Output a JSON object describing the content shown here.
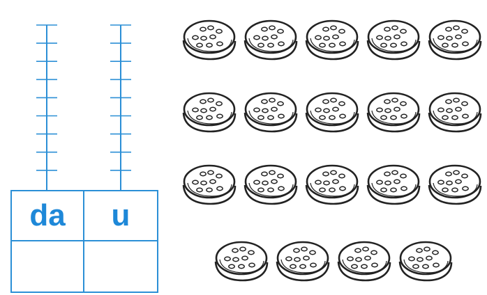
{
  "place_value_table": {
    "headers": [
      "da",
      "u"
    ],
    "answers": [
      "",
      ""
    ]
  },
  "abacus": {
    "rods": 2,
    "ticks_per_rod": 9
  },
  "cookies": {
    "rows": [
      5,
      5,
      5,
      4
    ],
    "total": 19
  },
  "colors": {
    "blue": "#2b8fd6",
    "header_text": "#1e88d8",
    "ink": "#222222"
  }
}
